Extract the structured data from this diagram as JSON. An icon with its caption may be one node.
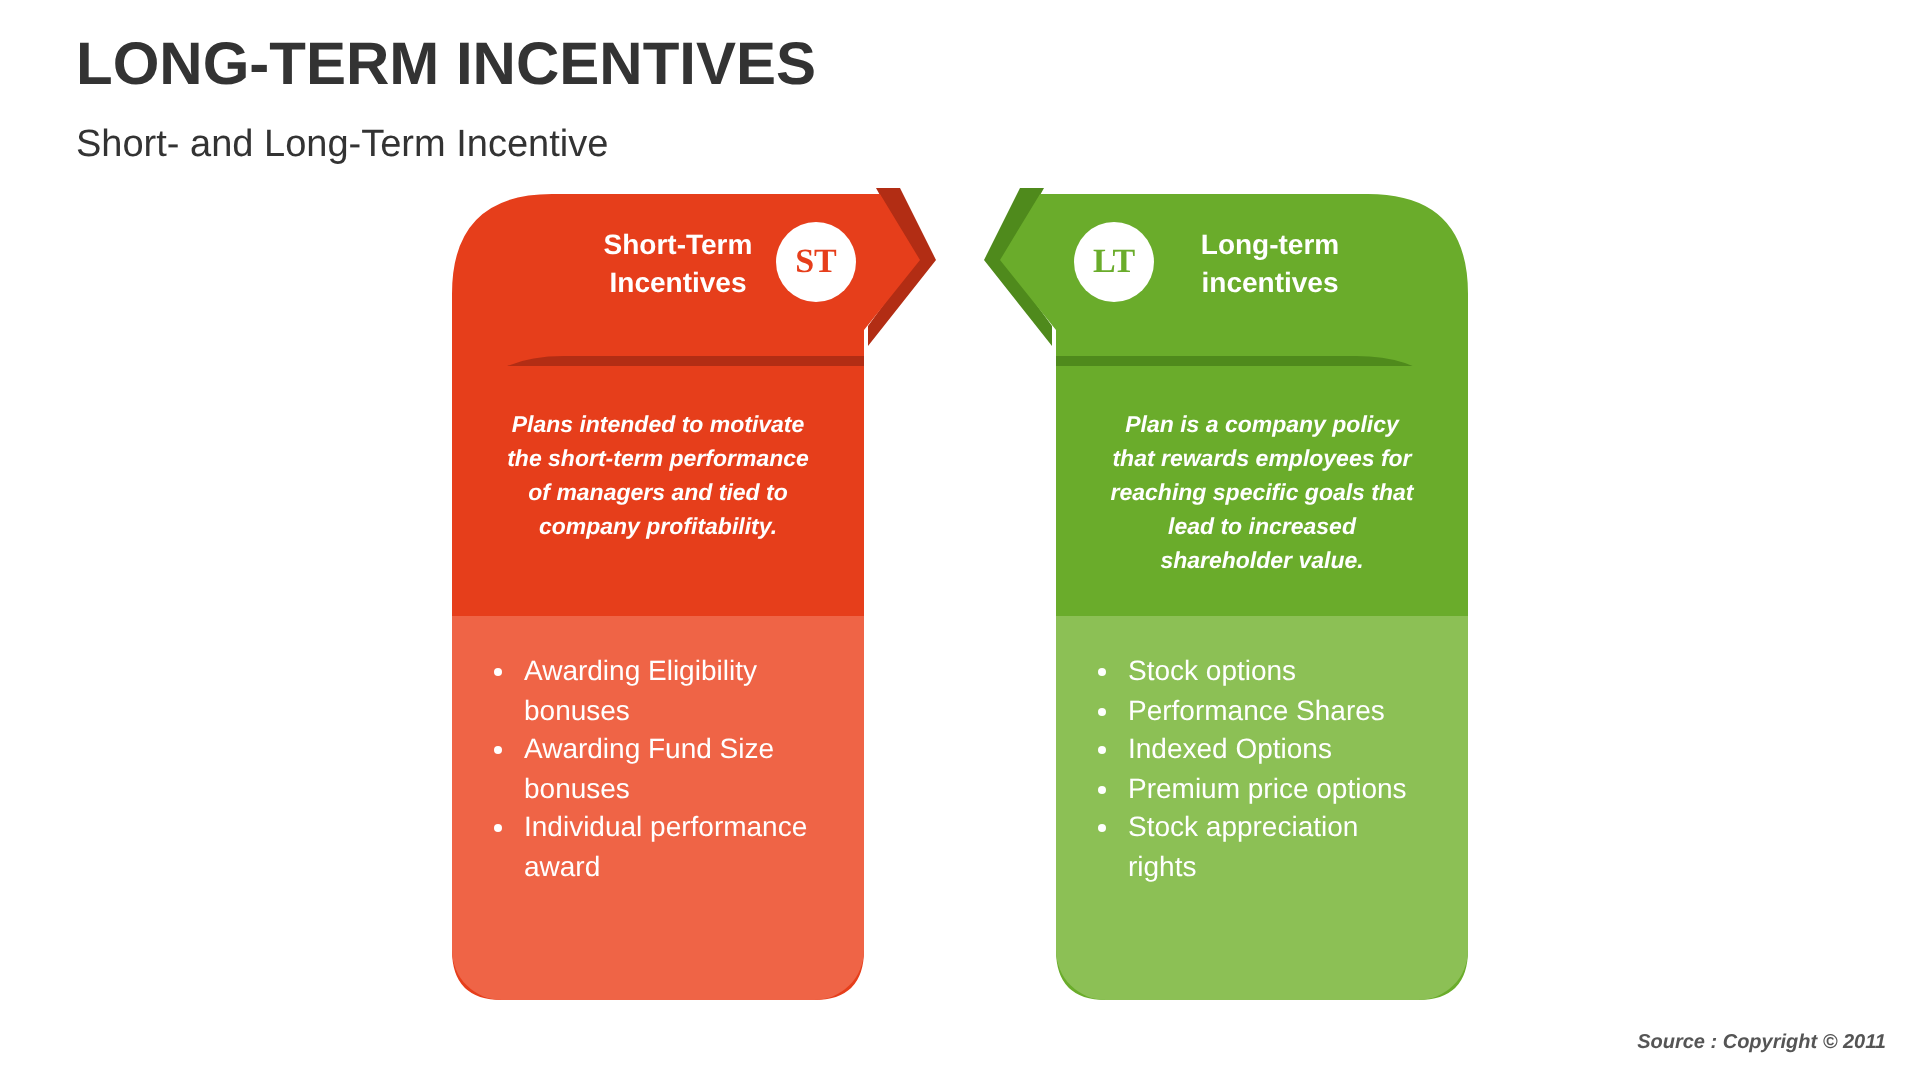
{
  "diagram": {
    "title": "LONG-TERM INCENTIVES",
    "caption": "Short- and Long-Term Incentive",
    "nodes": [
      {
        "text": [
          "Short-Term Incentives"
        ]
      },
      {
        "text": [
          "ST"
        ],
        "in": 0
      },
      {
        "text": [
          "Plans intended to motivate the short-term performance of managers and tied to company profitability."
        ],
        "in": 0
      },
      {
        "text": [
          "Awarding Eligibility bonuses",
          "Awarding Fund Size bonuses",
          "Individual performance award"
        ],
        "in": 0
      },
      {
        "text": [
          "Long-term incentives"
        ]
      },
      {
        "text": [
          "LT"
        ],
        "in": 4
      },
      {
        "text": [
          "Plan is a company policy that rewards employees for reaching specific goals that lead to increased shareholder value."
        ],
        "in": 4
      },
      {
        "text": [
          "Stock options",
          "Performance Shares",
          "Indexed Options",
          "Premium price options",
          "Stock appreciation rights"
        ],
        "in": 4
      }
    ],
    "edges": [],
    "labels": [
      "Source : Copyright © 2011"
    ]
  }
}
